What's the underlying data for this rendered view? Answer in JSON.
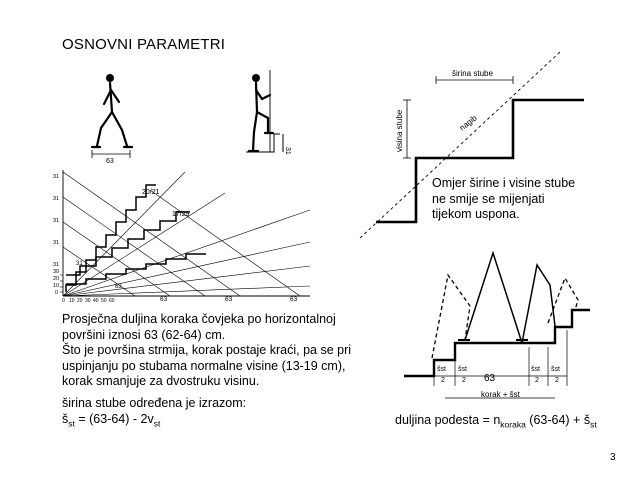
{
  "slide": {
    "title": "OSNOVNI PARAMETRI",
    "page_number": "3"
  },
  "text": {
    "line1": "Prosječna duljina koraka čovjeka po horizontalnoj",
    "line2": "površini iznosi 63 (62-64) cm.",
    "line3": "Što je površina strmija, korak postaje kraći, pa se pri",
    "line4": "uspinjanju po stubama normalne visine (13-19 cm),",
    "line5": "korak smanjuje za dvostruku visinu.",
    "formula_intro": "širina stube određena je izrazom:",
    "formula_lhs": "š",
    "formula_lhs_sub": "st",
    "formula_mid": " = (63-64) - 2v",
    "formula_mid_sub": "st"
  },
  "note": {
    "line1": "Omjer širine i visine stube",
    "line2": "ne smije se mijenjati",
    "line3": "tijekom uspona."
  },
  "formula2": {
    "a": "duljina podesta = n",
    "a_sub": "koraka",
    "b": " (63-64) + š",
    "b_sub": "st"
  },
  "diagram_stair": {
    "width_label": "širina stube",
    "height_label": "visina stube",
    "slope_label": "nagib"
  },
  "diagram_figures": {
    "step_length": "63",
    "riser": "31"
  },
  "diagram_chart": {
    "y_labels": [
      "31",
      "31",
      "31",
      "31",
      "31",
      "30",
      "20",
      "10",
      "0"
    ],
    "x_labels": [
      "0",
      "10",
      "20",
      "30",
      "40",
      "50",
      "60"
    ],
    "x_bottom": [
      "63",
      "63",
      "63"
    ],
    "ratio1": "20/21",
    "ratio2": "17/29",
    "small_31": "31",
    "small_63": "63"
  },
  "diagram_walk": {
    "sst": "šst",
    "half": "2",
    "step": "63",
    "korak": "korak + šst"
  }
}
